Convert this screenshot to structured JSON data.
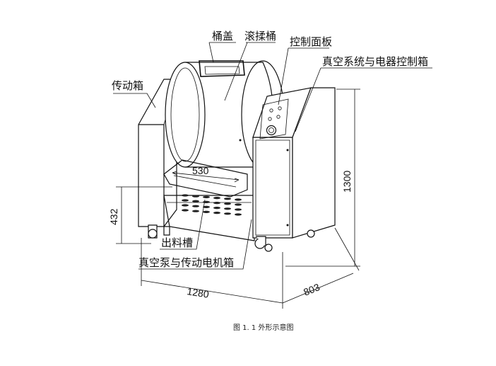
{
  "labels": {
    "lid": "桶盖",
    "drum": "滚揉桶",
    "control_panel": "控制面板",
    "vacuum_box": "真空系统与电器控制箱",
    "transmission_box": "传动箱",
    "discharge_chute": "出料槽",
    "pump_motor_box": "真空泵与传动电机箱"
  },
  "dimensions": {
    "width": "1280",
    "depth": "803",
    "height": "1300",
    "chute_height": "432",
    "chute_width": "530"
  },
  "caption": "图 1. 1 外形示意图"
}
